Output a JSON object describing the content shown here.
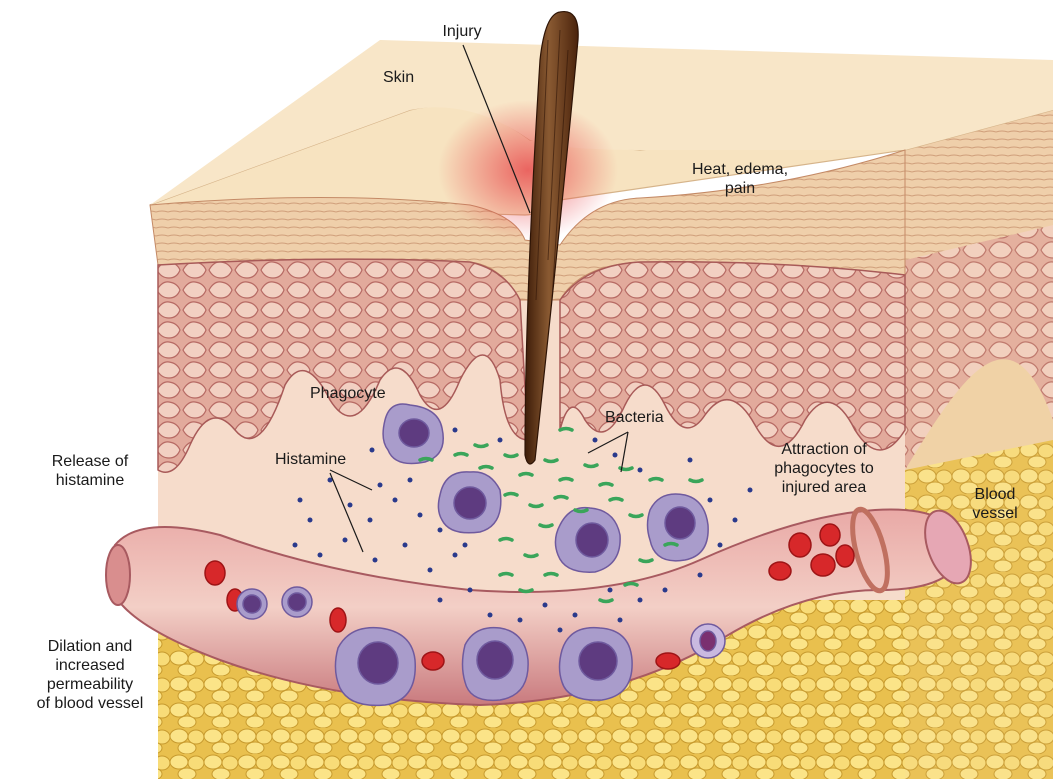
{
  "labels": {
    "injury": "Injury",
    "skin": "Skin",
    "heat_line1": "Heat, edema,",
    "heat_line2": "pain",
    "phagocyte": "Phagocyte",
    "bacteria": "Bacteria",
    "histamine": "Histamine",
    "release_line1": "Release of",
    "release_line2": "histamine",
    "attraction_line1": "Attraction of",
    "attraction_line2": "phagocytes to",
    "attraction_line3": "injured area",
    "blood_line1": "Blood",
    "blood_line2": "vessel",
    "dilation_line1": "Dilation and",
    "dilation_line2": "increased",
    "dilation_line3": "permeability",
    "dilation_line4": "of blood vessel"
  },
  "colors": {
    "skin_top": "#f7e2bf",
    "skin_side": "#f0d3a8",
    "epidermis": "#e8c7a4",
    "cell_layer": "#d9998d",
    "dermis": "#f5dccb",
    "fat": "#f0cd5a",
    "vessel": "#d98e8e",
    "rbc": "#d7282a",
    "phagocyte": "#a79ac6",
    "nucleus": "#5e3b80",
    "bacteria": "#3aa55a",
    "histamine": "#2a3a8c",
    "splinter": "#5a2f14",
    "inflammation": "#e8555a"
  }
}
